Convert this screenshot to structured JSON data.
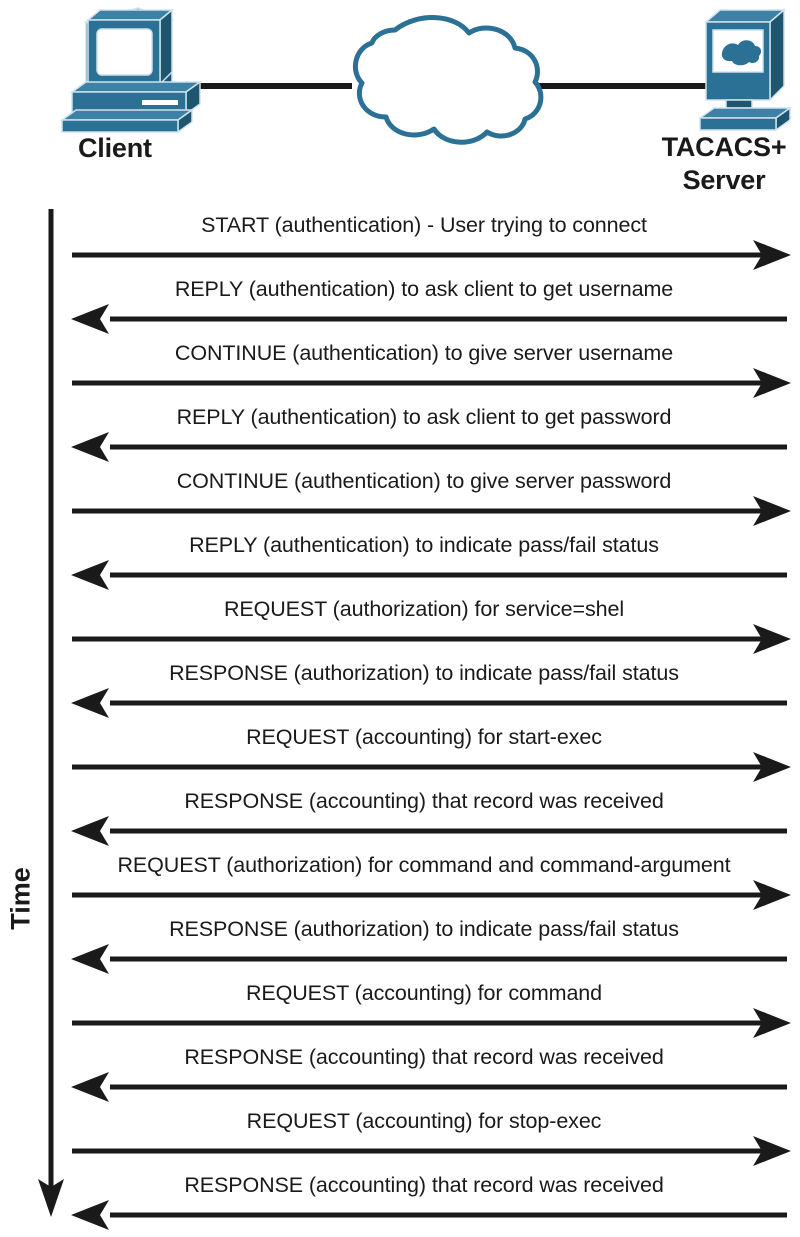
{
  "diagram": {
    "title_implicit": "TACACS+ AAA message exchange sequence",
    "colors": {
      "device_blue": "#2b7095",
      "device_blue_dark": "#1f566f",
      "device_blue_light": "#4b90b4",
      "cloud_outline": "#2b7095",
      "line_black": "#1a1a1a",
      "background": "#ffffff"
    }
  },
  "topology": {
    "client": {
      "label": "Client",
      "icon": "desktop-computer-icon"
    },
    "network": {
      "icon": "network-cloud-icon"
    },
    "server": {
      "label_line1": "TACACS+",
      "label_line2": "Server",
      "icon": "server-monitor-cloud-icon"
    },
    "links": [
      {
        "name": "client-to-cloud-link"
      },
      {
        "name": "cloud-to-server-link"
      }
    ]
  },
  "axis": {
    "label": "Time",
    "direction": "downward",
    "icon": "time-axis-arrow-icon"
  },
  "messages": [
    {
      "index": 1,
      "text": "START (authentication) - User trying to connect",
      "direction": "right"
    },
    {
      "index": 2,
      "text": "REPLY (authentication) to ask client to get username",
      "direction": "left"
    },
    {
      "index": 3,
      "text": "CONTINUE (authentication) to give server username",
      "direction": "right"
    },
    {
      "index": 4,
      "text": "REPLY (authentication) to ask client to get password",
      "direction": "left"
    },
    {
      "index": 5,
      "text": "CONTINUE (authentication) to give server password",
      "direction": "right"
    },
    {
      "index": 6,
      "text": "REPLY (authentication) to indicate pass/fail status",
      "direction": "left"
    },
    {
      "index": 7,
      "text": "REQUEST (authorization) for service=shel",
      "direction": "right"
    },
    {
      "index": 8,
      "text": "RESPONSE (authorization) to indicate pass/fail status",
      "direction": "left"
    },
    {
      "index": 9,
      "text": "REQUEST (accounting) for start-exec",
      "direction": "right"
    },
    {
      "index": 10,
      "text": "RESPONSE (accounting) that record was received",
      "direction": "left"
    },
    {
      "index": 11,
      "text": "REQUEST (authorization) for command and command-argument",
      "direction": "right"
    },
    {
      "index": 12,
      "text": "RESPONSE (authorization) to indicate pass/fail status",
      "direction": "left"
    },
    {
      "index": 13,
      "text": "REQUEST (accounting) for command",
      "direction": "right"
    },
    {
      "index": 14,
      "text": "RESPONSE (accounting) that record was received",
      "direction": "left"
    },
    {
      "index": 15,
      "text": "REQUEST (accounting) for stop-exec",
      "direction": "right"
    },
    {
      "index": 16,
      "text": "RESPONSE (accounting) that record was received",
      "direction": "left"
    }
  ]
}
